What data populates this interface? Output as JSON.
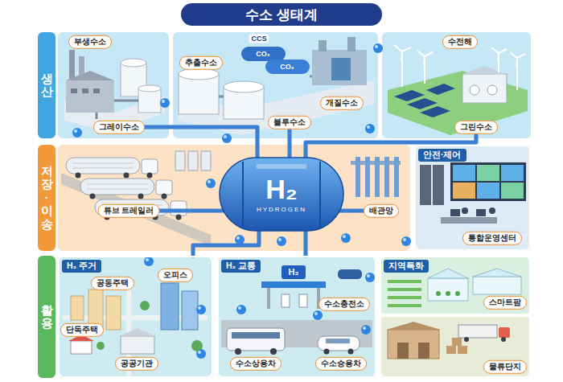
{
  "diagram": {
    "title": "수소 생태계",
    "nodes": [
      {
        "text": [
          "생산"
        ]
      },
      {
        "text": [
          "부생수소"
        ]
      },
      {
        "text": [
          "추출수소"
        ]
      },
      {
        "text": [
          "수전해"
        ]
      },
      {
        "text": [
          "개질수소"
        ]
      },
      {
        "text": [
          "그레이수소"
        ]
      },
      {
        "text": [
          "블루수소"
        ]
      },
      {
        "text": [
          "그린수소"
        ]
      },
      {
        "text": [
          "저장·이송"
        ]
      },
      {
        "text": [
          "튜브 트레일러"
        ]
      },
      {
        "text": [
          "H₂",
          "HYDROGEN"
        ]
      },
      {
        "text": [
          "배관망"
        ]
      },
      {
        "text": [
          "안전·제어"
        ]
      },
      {
        "text": [
          "통합운영센터"
        ],
        "in": 12
      },
      {
        "text": [
          "활용"
        ]
      },
      {
        "text": [
          "H₂ 주거"
        ]
      },
      {
        "text": [
          "공동주택"
        ],
        "in": 15
      },
      {
        "text": [
          "오피스"
        ],
        "in": 15
      },
      {
        "text": [
          "단독주택"
        ],
        "in": 15
      },
      {
        "text": [
          "공공기관"
        ],
        "in": 15
      },
      {
        "text": [
          "H₂ 교통"
        ]
      },
      {
        "text": [
          "수소충전소"
        ],
        "in": 20
      },
      {
        "text": [
          "수소상용차"
        ],
        "in": 20
      },
      {
        "text": [
          "수소승용차"
        ],
        "in": 20
      },
      {
        "text": [
          "지역특화"
        ]
      },
      {
        "text": [
          "스마트팜"
        ],
        "in": 24
      },
      {
        "text": [
          "물류단지"
        ],
        "in": 24
      }
    ],
    "edges": [
      {
        "from": 5,
        "to": 10,
        "arrow": "none"
      },
      {
        "from": 6,
        "to": 10,
        "arrow": "none"
      },
      {
        "from": 7,
        "to": 10,
        "arrow": "none"
      },
      {
        "from": 10,
        "to": 9,
        "arrow": "none"
      },
      {
        "from": 10,
        "to": 11,
        "arrow": "none"
      },
      {
        "from": 10,
        "to": 15,
        "arrow": "none"
      },
      {
        "from": 10,
        "to": 20,
        "arrow": "none"
      }
    ],
    "labels": [
      "CCS",
      "CO₂",
      "CO₂",
      "H₂"
    ]
  }
}
